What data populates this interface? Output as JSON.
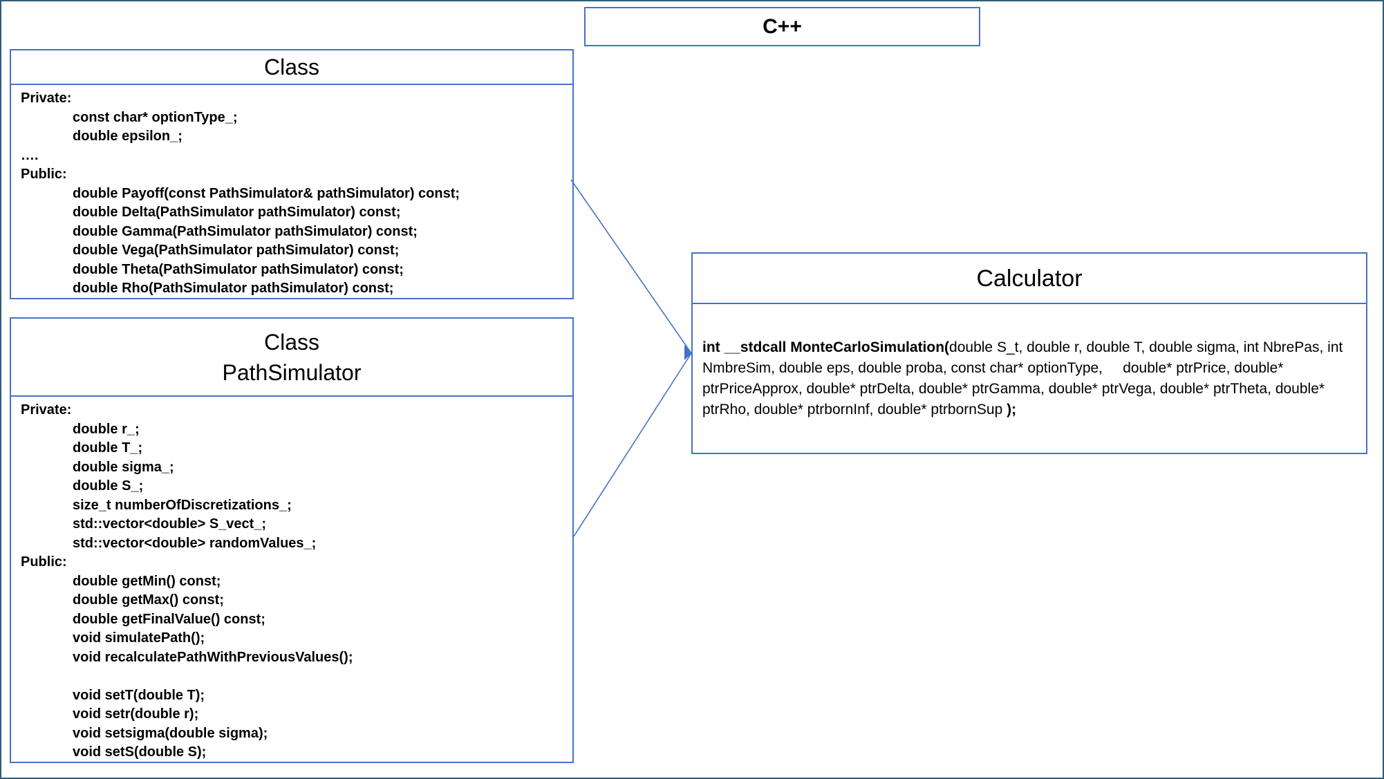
{
  "header": {
    "title": "C++"
  },
  "class_option": {
    "title": "Class",
    "private_label": "Private:",
    "private_members": [
      "const char* optionType_;",
      "double epsilon_;"
    ],
    "ellipsis": "….",
    "public_label": "Public:",
    "public_members": [
      "double Payoff(const PathSimulator& pathSimulator) const;",
      "double Delta(PathSimulator pathSimulator) const;",
      "double Gamma(PathSimulator pathSimulator) const;",
      "double Vega(PathSimulator pathSimulator) const;",
      "double Theta(PathSimulator pathSimulator) const;",
      "double Rho(PathSimulator pathSimulator) const;"
    ]
  },
  "class_path": {
    "title_line1": "Class",
    "title_line2": "PathSimulator",
    "private_label": "Private:",
    "private_members": [
      "double r_;",
      "double T_;",
      "double sigma_;",
      "double S_;",
      "size_t numberOfDiscretizations_;",
      "std::vector<double> S_vect_;",
      "std::vector<double> randomValues_;"
    ],
    "public_label": "Public:",
    "public_members": [
      "double getMin() const;",
      "double getMax() const;",
      "double getFinalValue() const;",
      "void simulatePath();",
      "void recalculatePathWithPreviousValues();"
    ],
    "setters": [
      "void setT(double T);",
      "void setr(double r);",
      "void setsigma(double sigma);",
      "void setS(double S);"
    ]
  },
  "calculator": {
    "title": "Calculator",
    "signature_prefix": "int __stdcall MonteCarloSimulation(",
    "signature_params": "double S_t, double r, double T, double sigma, int NbrePas, int NmbreSim, double eps, double proba, const char* optionType,",
    "signature_params2": "double* ptrPrice, double* ptrPriceApprox, double* ptrDelta, double* ptrGamma, double* ptrVega, double* ptrTheta, double* ptrRho, double* ptrbornInf, double* ptrbornSup",
    "signature_suffix": ");"
  },
  "colors": {
    "box_border": "#4472c4",
    "frame_border": "#2e5d78",
    "connector": "#4472c4"
  }
}
